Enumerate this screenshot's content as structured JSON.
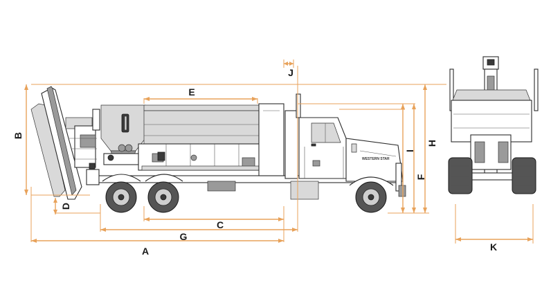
{
  "diagram": {
    "dimension_labels": {
      "a": "A",
      "b": "B",
      "c": "C",
      "d": "D",
      "e": "E",
      "f": "F",
      "g": "G",
      "h": "H",
      "i": "I",
      "j": "J",
      "k": "K"
    },
    "cab_badge_text": "WESTERN STAR",
    "accent_color": "#e8a25a"
  }
}
